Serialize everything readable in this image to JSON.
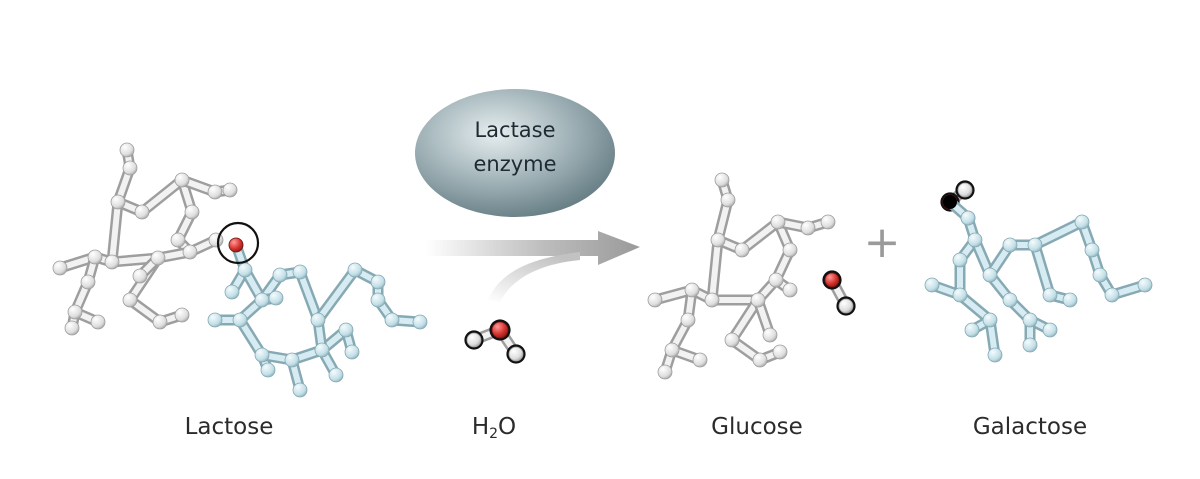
{
  "enzyme": {
    "line1": "Lactase",
    "line2": "enzyme"
  },
  "labels": {
    "lactose": "Lactose",
    "water_h": "H",
    "water_sub": "2",
    "water_o": "O",
    "glucose": "Glucose",
    "galactose": "Galactose"
  },
  "plus_sign": "+",
  "colors": {
    "glucose_white": "#e6e6e6",
    "galactose_blue": "#c6e2ea",
    "oxygen_red": "#d63a3a",
    "enzyme_gray": "#8c9ea4",
    "arrow_gray": "#a9a9a9"
  }
}
